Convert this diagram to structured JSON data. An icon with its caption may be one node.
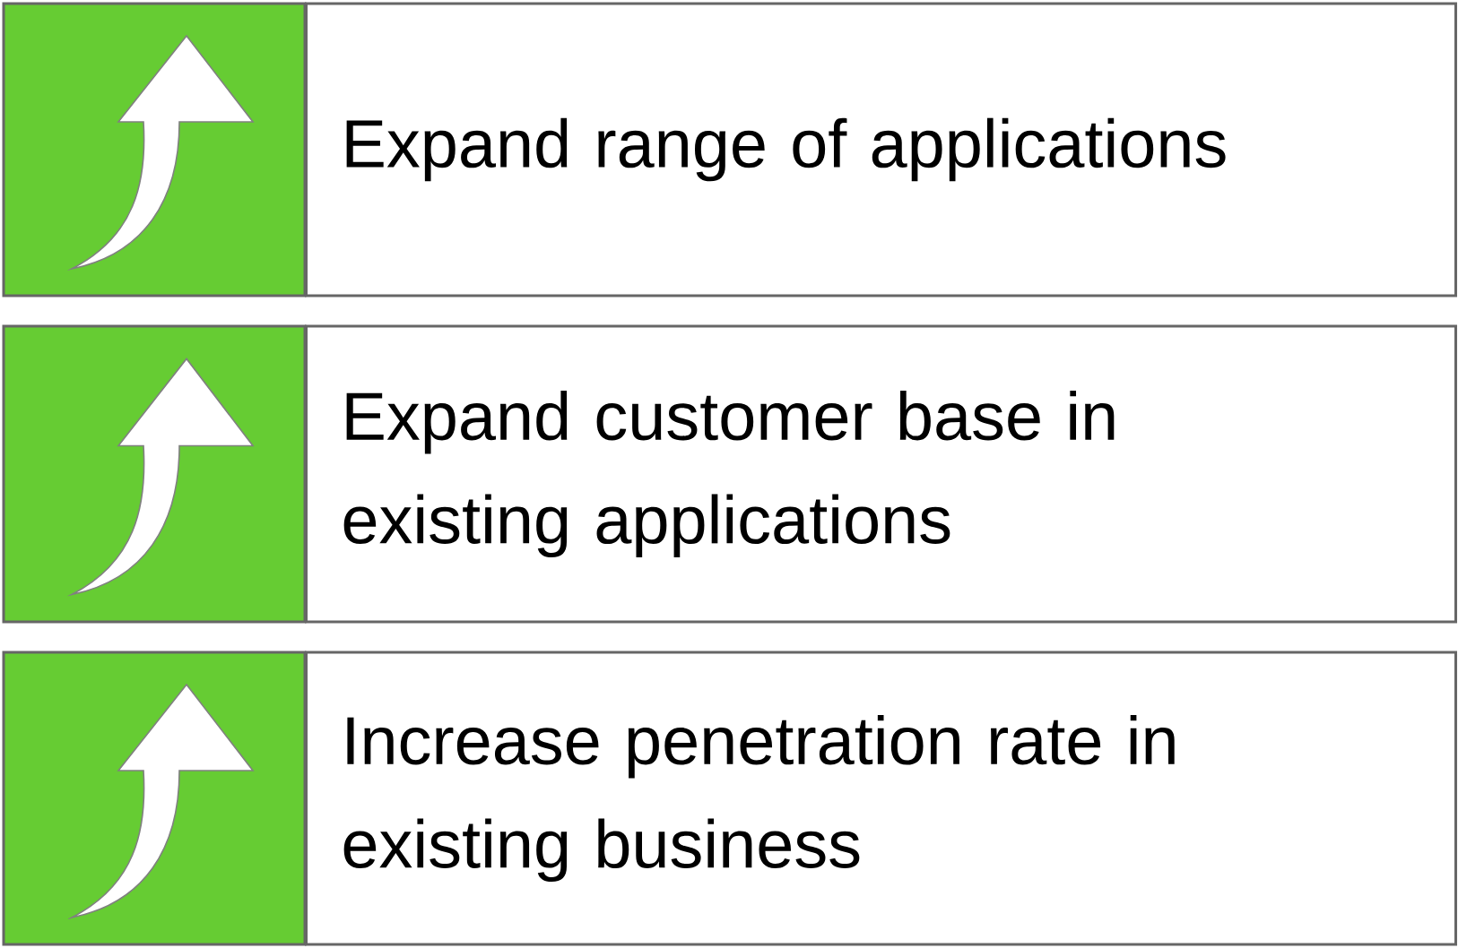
{
  "diagram": {
    "nodes": [
      {
        "text": [
          "Expand range of applications"
        ]
      },
      {
        "text": [
          "Expand customer base in existing applications"
        ]
      },
      {
        "text": [
          "Increase penetration rate in existing business"
        ]
      }
    ]
  }
}
